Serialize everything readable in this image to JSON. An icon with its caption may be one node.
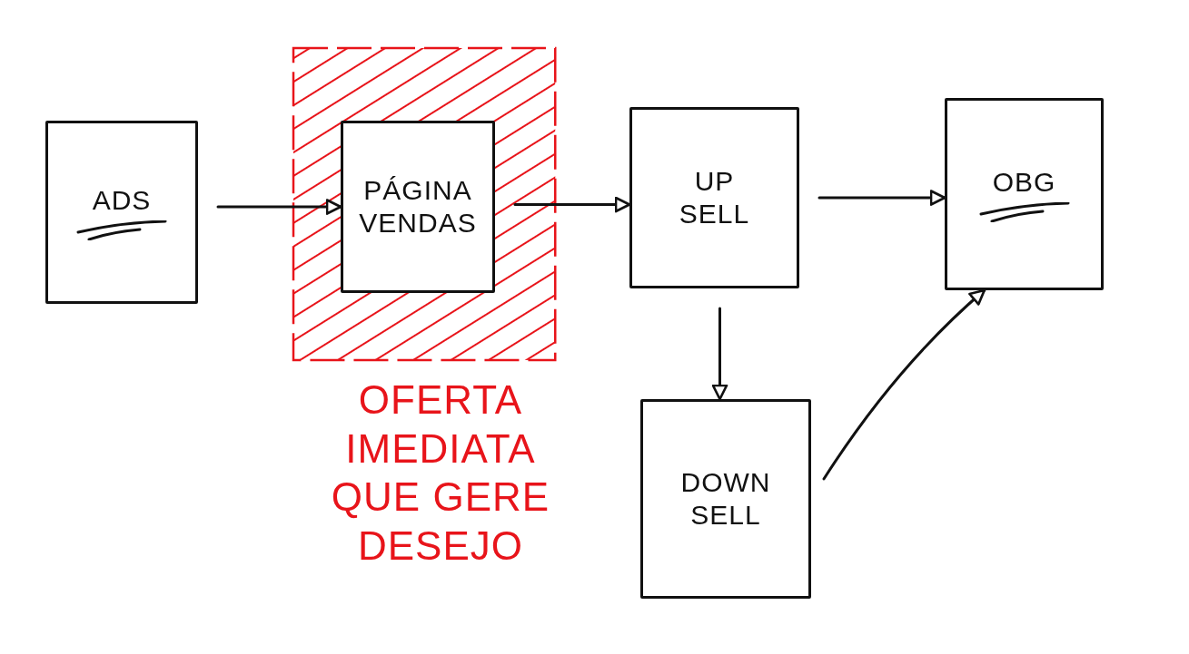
{
  "diagram": {
    "nodes": [
      {
        "text": [
          "ADS"
        ]
      },
      {
        "text": [],
        "shape": "box",
        "beside": [
          "OFERTA IMEDIATA QUE GERE DESEJO"
        ]
      },
      {
        "text": [
          "PÁGINA VENDAS"
        ],
        "in": 1
      },
      {
        "text": [
          "UP SELL"
        ]
      },
      {
        "text": [
          "OBG"
        ]
      },
      {
        "text": [
          "DOWN SELL"
        ]
      }
    ],
    "edges": [
      {
        "from": 0,
        "to": 2,
        "arrow": "to"
      },
      {
        "from": 2,
        "to": 3,
        "arrow": "to"
      },
      {
        "from": 3,
        "to": 4,
        "arrow": "to"
      },
      {
        "from": 3,
        "to": 5,
        "arrow": "to"
      },
      {
        "from": 5,
        "to": 4,
        "arrow": "to"
      }
    ]
  }
}
